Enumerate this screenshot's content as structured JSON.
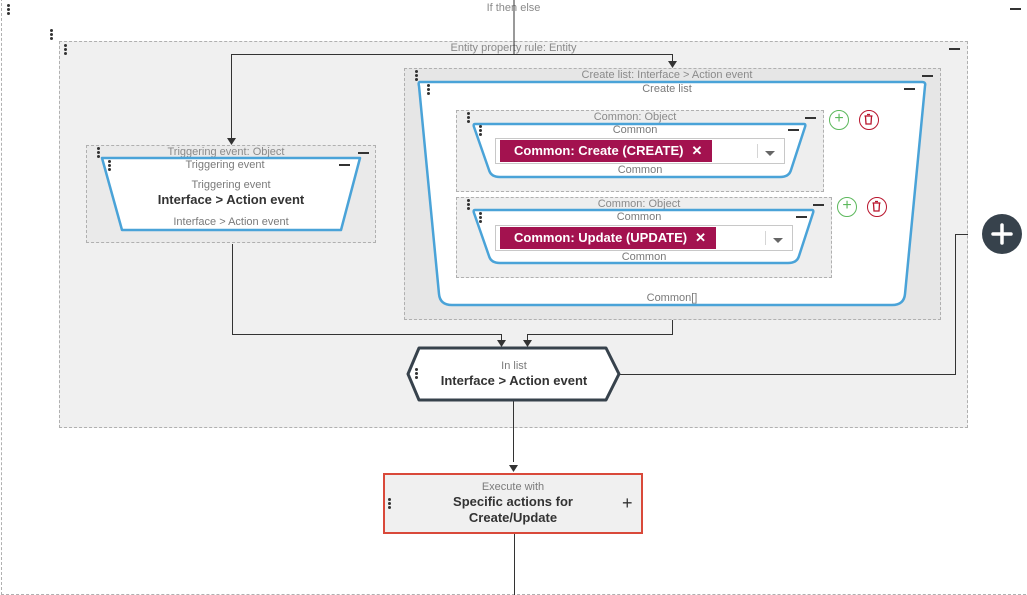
{
  "if_then_else": {
    "title": "If then else"
  },
  "entity_rule": {
    "title": "Entity property rule: Entity"
  },
  "triggering": {
    "outer_title": "Triggering event: Object",
    "inner_title": "Triggering event",
    "sub_label": "Triggering event",
    "value": "Interface > Action event",
    "type_label": "Interface > Action event"
  },
  "create_list": {
    "outer_title": "Create list: Interface > Action event",
    "inner_title": "Create list",
    "footer": "Common[]",
    "items": [
      {
        "outer_title": "Common: Object",
        "inner_title": "Common",
        "tag": "Common: Create (CREATE)",
        "tag_close": "✕",
        "footer": "Common"
      },
      {
        "outer_title": "Common: Object",
        "inner_title": "Common",
        "tag": "Common: Update (UPDATE)",
        "tag_close": "✕",
        "footer": "Common"
      }
    ]
  },
  "in_list": {
    "sub_label": "In list",
    "value": "Interface > Action event"
  },
  "execute": {
    "sub_label": "Execute with",
    "value_line1": "Specific actions for",
    "value_line2": "Create/Update",
    "add_symbol": "+"
  },
  "icons": {
    "add": "plus-circle-icon",
    "delete": "trash-icon",
    "kebab": "kebab-icon",
    "collapse": "minus-icon"
  },
  "colors": {
    "accent_blue": "#4aa3d8",
    "tag_bg": "#a3124f",
    "execute_border": "#d9493a",
    "add_green": "#5cb85c",
    "delete_red": "#b8142c",
    "node_dark": "#37424c"
  }
}
